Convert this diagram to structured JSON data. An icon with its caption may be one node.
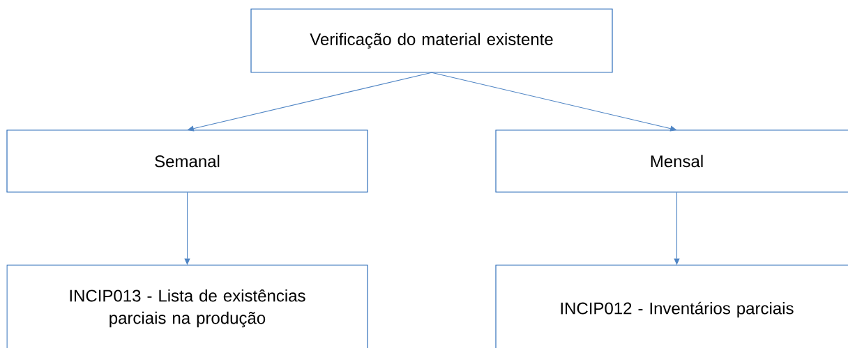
{
  "diagram": {
    "nodes": [
      {
        "text": [
          "Verificação do material existente"
        ]
      },
      {
        "text": [
          "Semanal"
        ]
      },
      {
        "text": [
          "Mensal"
        ]
      },
      {
        "text": [
          "INCIP013 - Lista de existências parciais na produção"
        ]
      },
      {
        "text": [
          "INCIP012 - Inventários parciais"
        ]
      }
    ],
    "edges": [
      {
        "from": 0,
        "to": 1,
        "arrow": "to"
      },
      {
        "from": 0,
        "to": 2,
        "arrow": "to"
      },
      {
        "from": 1,
        "to": 3,
        "arrow": "to"
      },
      {
        "from": 2,
        "to": 4,
        "arrow": "to"
      }
    ]
  }
}
